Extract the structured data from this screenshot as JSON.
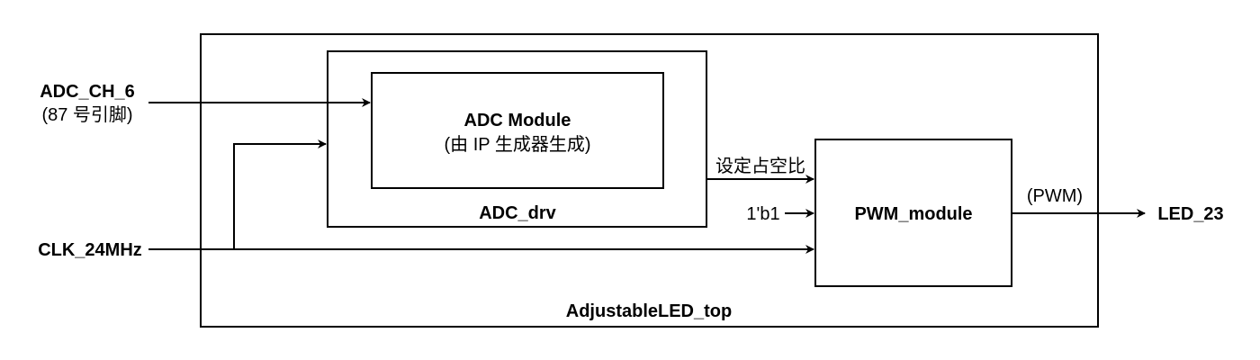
{
  "diagram": {
    "top_module_label": "AdjustableLED_top",
    "adc_drv_label": "ADC_drv",
    "adc_module": {
      "title": "ADC Module",
      "subtitle": "(由 IP 生成器生成)"
    },
    "pwm_module_label": "PWM_module",
    "inputs": {
      "adc_ch": "ADC_CH_6",
      "adc_ch_note": "(87 号引脚)",
      "clk": "CLK_24MHz"
    },
    "signals": {
      "duty": "设定占空比",
      "const": "1'b1",
      "pwm": "(PWM)"
    },
    "output": "LED_23"
  }
}
